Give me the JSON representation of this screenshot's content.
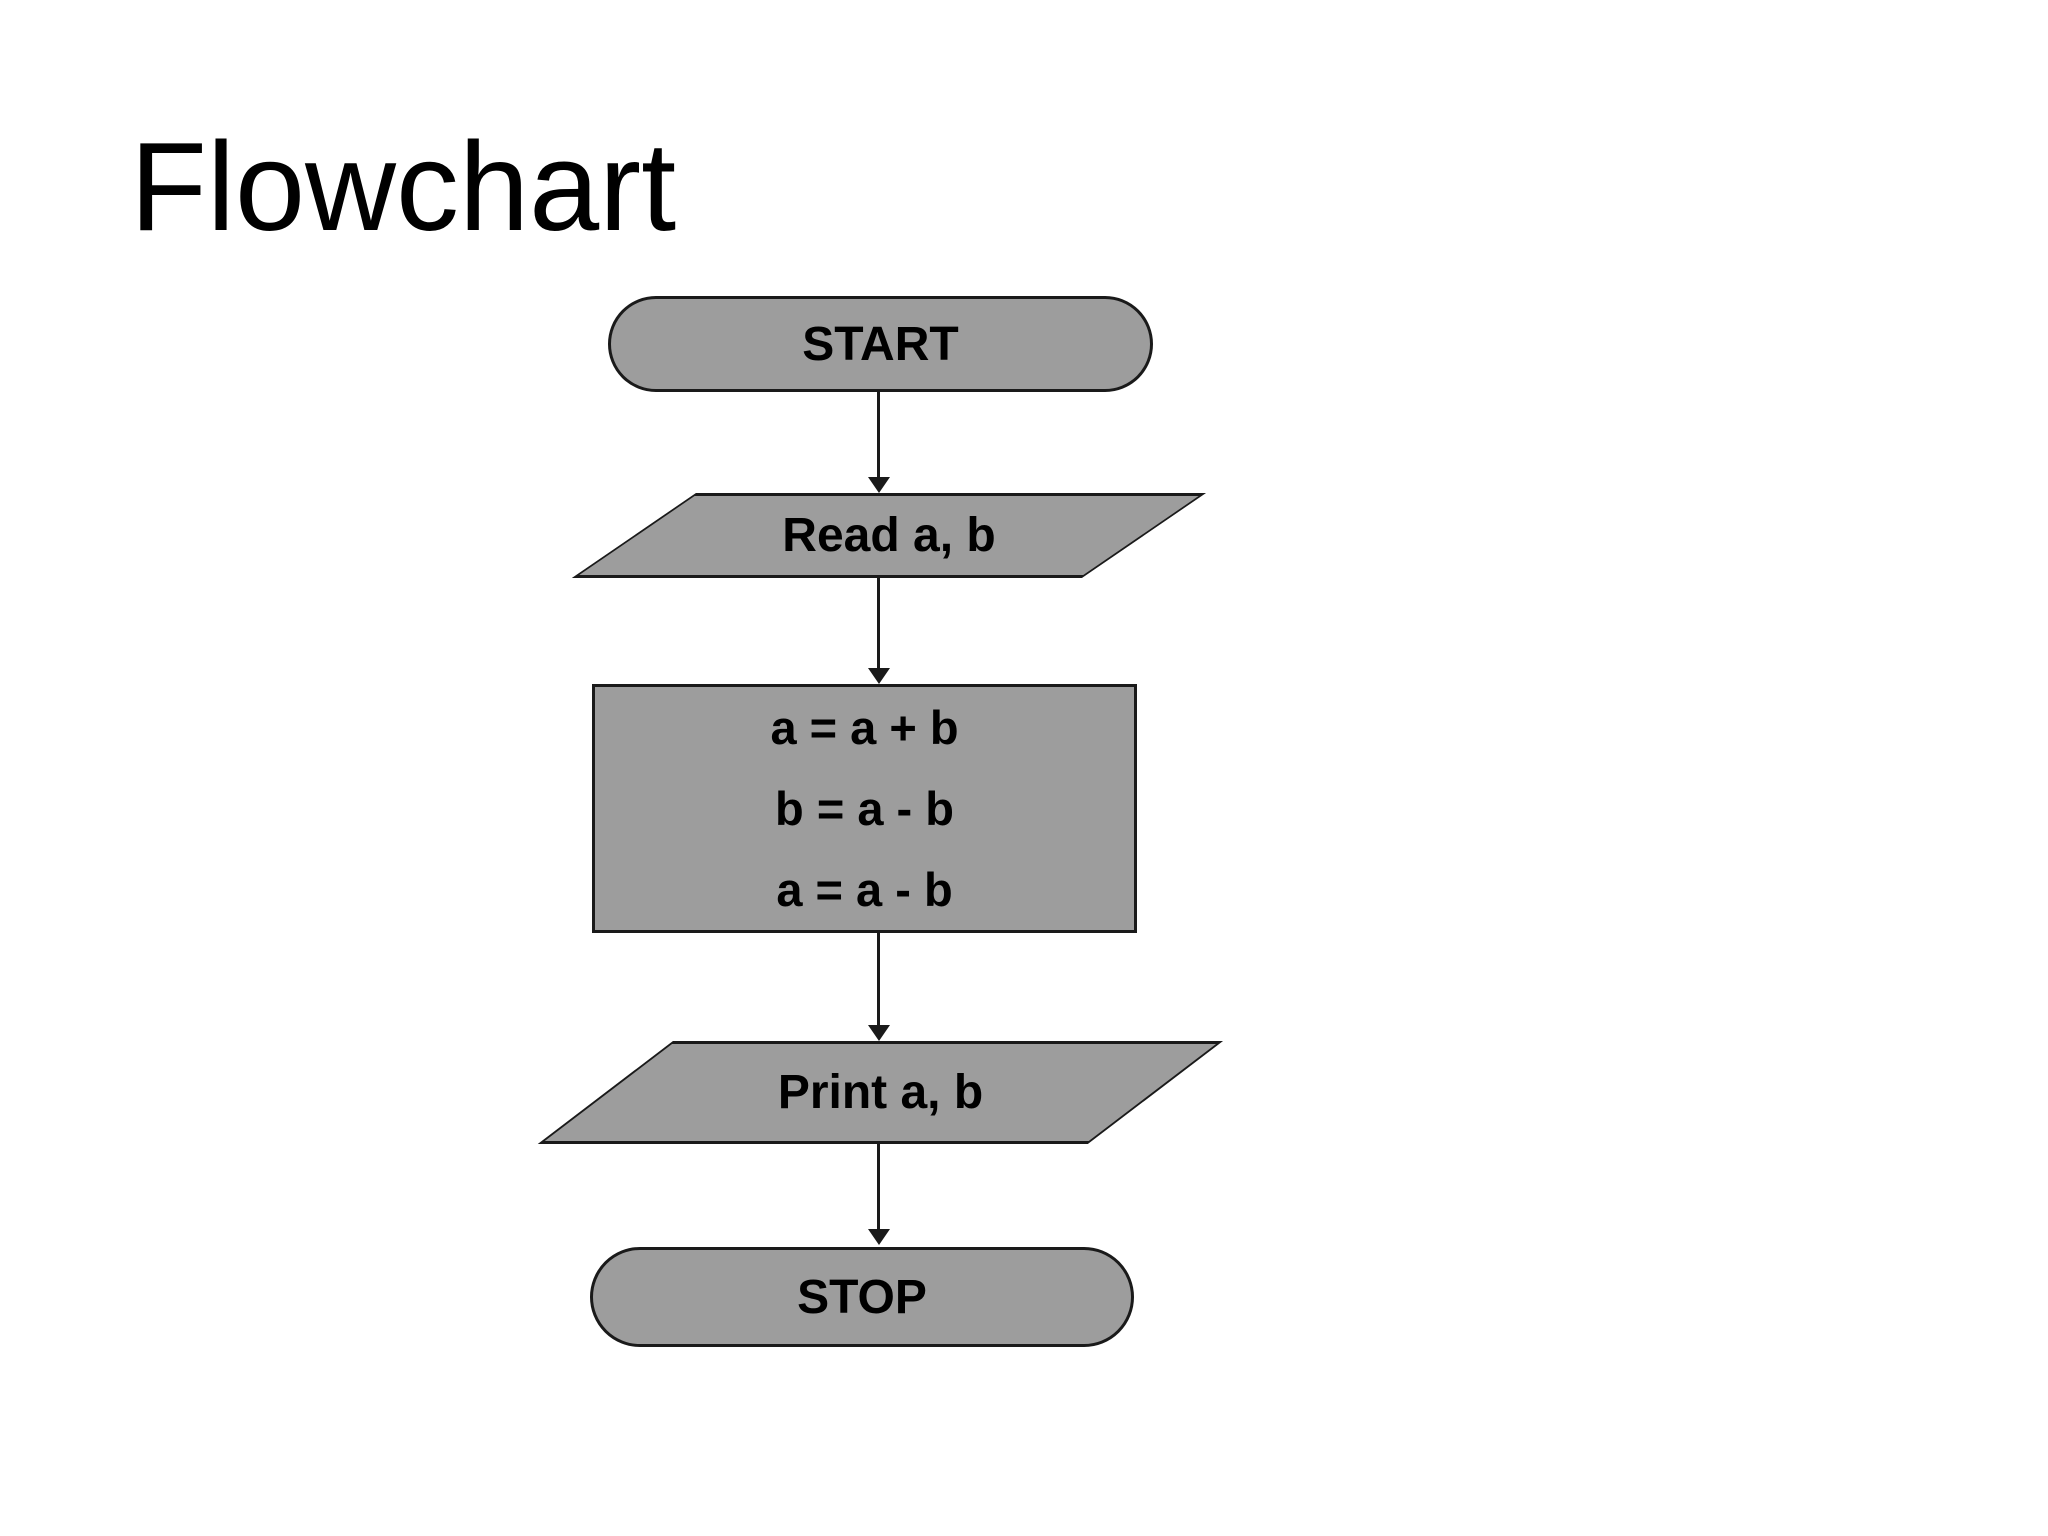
{
  "page": {
    "title": "Flowchart",
    "background_color": "#ffffff"
  },
  "flowchart": {
    "shape_fill_color": "#9d9d9d",
    "shape_border_color": "#1a1a1a",
    "text_color": "#000000",
    "nodes": [
      {
        "id": "start",
        "type": "terminator",
        "label": "START"
      },
      {
        "id": "read",
        "type": "input-output",
        "label": "Read a, b"
      },
      {
        "id": "process",
        "type": "process",
        "lines": [
          "a = a + b",
          "b = a - b",
          "a = a - b"
        ]
      },
      {
        "id": "print",
        "type": "input-output",
        "label": "Print a, b"
      },
      {
        "id": "stop",
        "type": "terminator",
        "label": "STOP"
      }
    ],
    "connectors": [
      {
        "from": "start",
        "to": "read"
      },
      {
        "from": "read",
        "to": "process"
      },
      {
        "from": "process",
        "to": "print"
      },
      {
        "from": "print",
        "to": "stop"
      }
    ]
  }
}
